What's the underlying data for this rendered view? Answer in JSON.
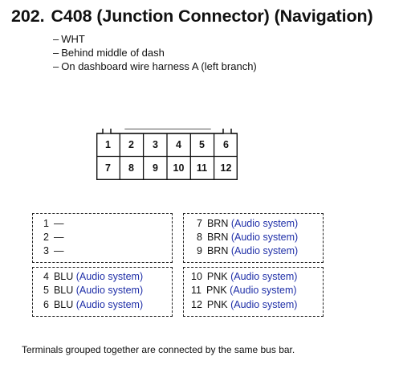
{
  "header": {
    "number": "202.",
    "title": "C408 (Junction Connector) (Navigation)"
  },
  "info": [
    "WHT",
    "Behind middle of dash",
    "On dashboard wire harness A (left branch)"
  ],
  "info_bullet": "–",
  "connector": {
    "top_row": [
      "1",
      "2",
      "3",
      "4",
      "5",
      "6"
    ],
    "bottom_row": [
      "7",
      "8",
      "9",
      "10",
      "11",
      "12"
    ]
  },
  "groups": {
    "top_left": [
      {
        "terminal": "1",
        "wire": "—",
        "system": ""
      },
      {
        "terminal": "2",
        "wire": "—",
        "system": ""
      },
      {
        "terminal": "3",
        "wire": "—",
        "system": ""
      }
    ],
    "top_right": [
      {
        "terminal": "7",
        "wire": "BRN",
        "system": "(Audio system)"
      },
      {
        "terminal": "8",
        "wire": "BRN",
        "system": "(Audio system)"
      },
      {
        "terminal": "9",
        "wire": "BRN",
        "system": "(Audio system)"
      }
    ],
    "bottom_left": [
      {
        "terminal": "4",
        "wire": "BLU",
        "system": "(Audio system)"
      },
      {
        "terminal": "5",
        "wire": "BLU",
        "system": "(Audio system)"
      },
      {
        "terminal": "6",
        "wire": "BLU",
        "system": "(Audio system)"
      }
    ],
    "bottom_right": [
      {
        "terminal": "10",
        "wire": "PNK",
        "system": "(Audio system)"
      },
      {
        "terminal": "11",
        "wire": "PNK",
        "system": "(Audio system)"
      },
      {
        "terminal": "12",
        "wire": "PNK",
        "system": "(Audio system)"
      }
    ]
  },
  "footnote": "Terminals grouped together are connected by the same bus bar.",
  "colors": {
    "system_link": "#1f2fa8",
    "text": "#111111"
  }
}
